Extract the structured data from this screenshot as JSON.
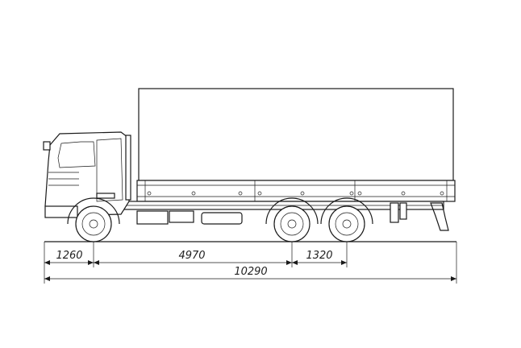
{
  "dimensions": {
    "front_overhang": "1260",
    "wheelbase": "4970",
    "rear_axle_spacing": "1320",
    "overall_length": "10290"
  },
  "colors": {
    "line": "#1a1a1a",
    "background": "#ffffff"
  }
}
